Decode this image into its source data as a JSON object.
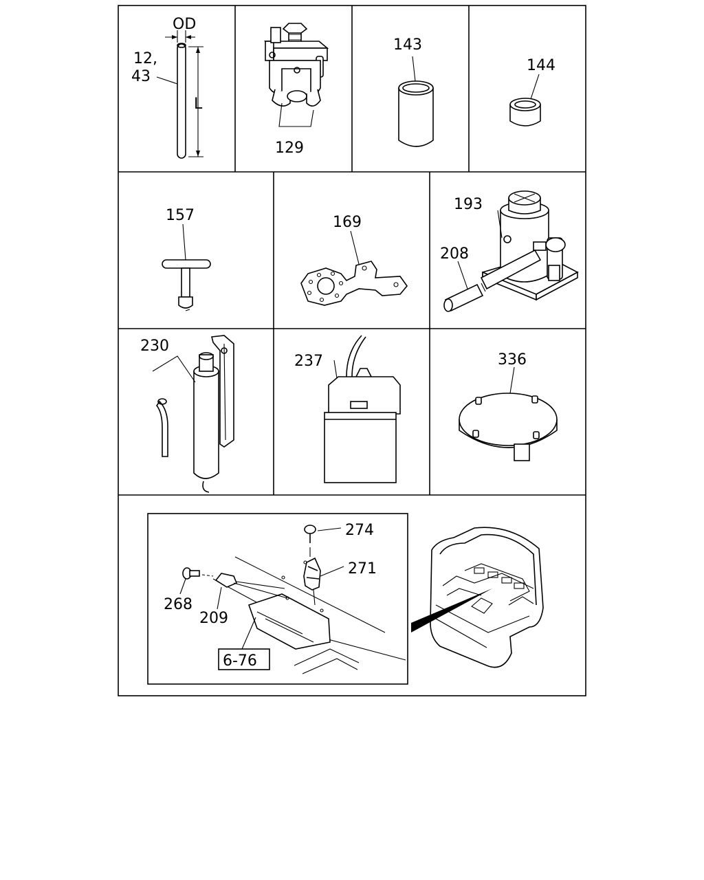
{
  "labels": {
    "od": "OD",
    "l": "L",
    "p12": "12,",
    "p43": "43",
    "p129": "129",
    "p143": "143",
    "p144": "144",
    "p157": "157",
    "p169": "169",
    "p193": "193",
    "p208": "208",
    "p230": "230",
    "p237": "237",
    "p336": "336",
    "p274": "274",
    "p271": "271",
    "p268": "268",
    "p209": "209",
    "ref": "6-76"
  }
}
